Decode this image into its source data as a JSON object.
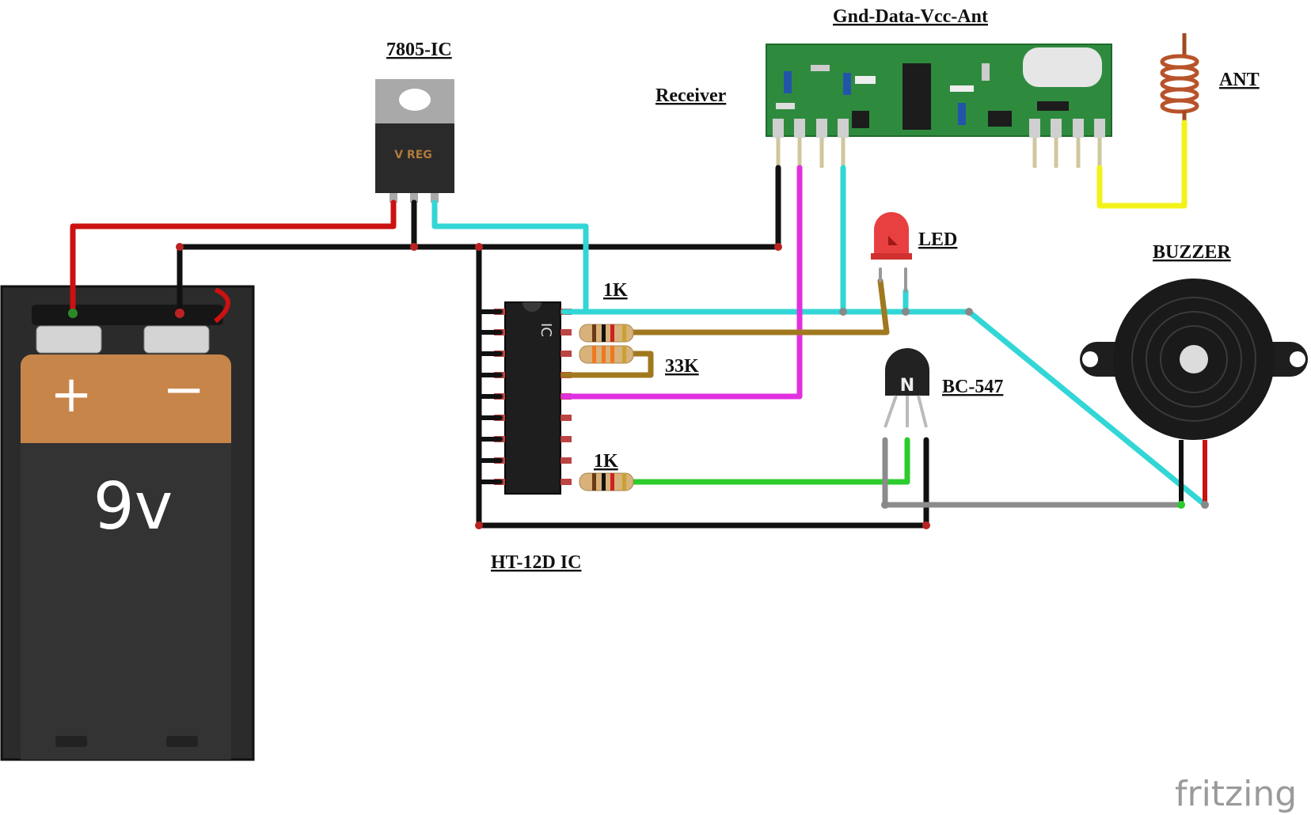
{
  "labels": {
    "regulator": "7805-IC",
    "receiver_pins": "Gnd-Data-Vcc-Ant",
    "receiver": "Receiver",
    "antenna": "ANT",
    "led": "LED",
    "buzzer": "BUZZER",
    "resistor_top": "1K",
    "resistor_mid": "33K",
    "transistor": "BC-547",
    "resistor_bottom": "1K",
    "decoder": "HT-12D IC"
  },
  "parts": {
    "battery_plus": "+",
    "battery_minus": "−",
    "battery_voltage": "9v",
    "regulator_marking": "V REG",
    "decoder_marking": "IC",
    "transistor_marking": "N"
  },
  "watermark": "fritzing",
  "colors": {
    "power": "#cc1111",
    "ground": "#1a1a1a",
    "vcc_5v": "#33d6d6",
    "data": "#e030e0",
    "antenna": "#f2f21a",
    "led_wire": "#a0781e",
    "base_wire": "#2ccc2c",
    "emitter_wire": "#8c8c8c"
  }
}
